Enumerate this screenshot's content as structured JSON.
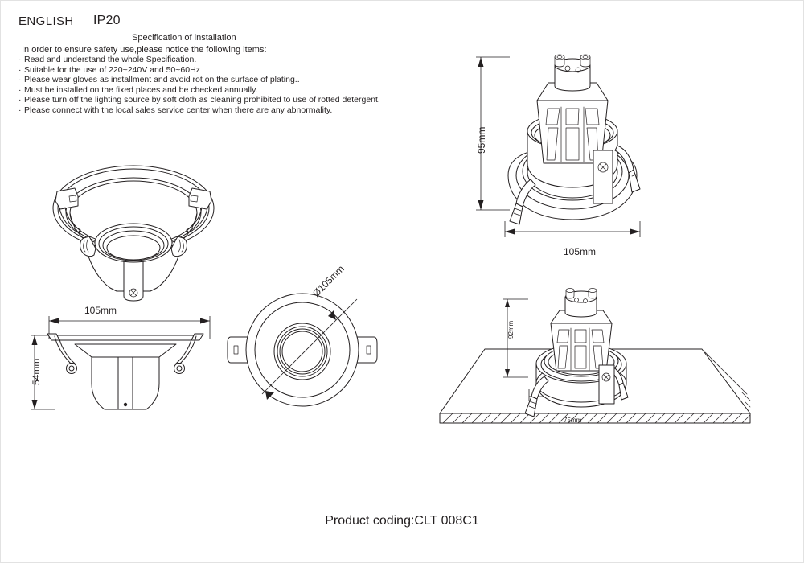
{
  "header": {
    "language": "ENGLISH",
    "ip_rating": "IP20",
    "spec_title": "Specification of installation",
    "intro": "In order to ensure safety use,please notice the following items:",
    "bullets": [
      "Read and understand the whole Specification.",
      "Suitable for the use of 220~240V and 50~60Hz",
      "Please wear gloves as installment and avoid rot on the surface of plating..",
      "Must be installed on the fixed places and be checked annually.",
      "Please turn off the lighting source by soft cloth as cleaning prohibited to use of rotted detergent.",
      "Please connect with the local sales service center when there are any abnormality."
    ],
    "bullet_marker": "·"
  },
  "views": {
    "isometric": {
      "name": "Isometric view of downlight housing"
    },
    "side_section": {
      "name": "Side elevation with dimensions",
      "width_label": "105mm",
      "height_label": "54mm"
    },
    "plan": {
      "name": "Plan (top) view",
      "diameter_label": "Ø105mm"
    },
    "assembly": {
      "name": "Assembled downlight with GU10 lamp",
      "height_label": "95mm",
      "width_label": "105mm"
    },
    "installation": {
      "name": "Installation in ceiling",
      "height_label": "92mm",
      "cutout_label": "75mm"
    }
  },
  "footer": {
    "product_coding": "Product coding:CLT 008C1"
  },
  "colors": {
    "line": "#231f20",
    "background": "#ffffff",
    "border": "#e2e2e2"
  }
}
